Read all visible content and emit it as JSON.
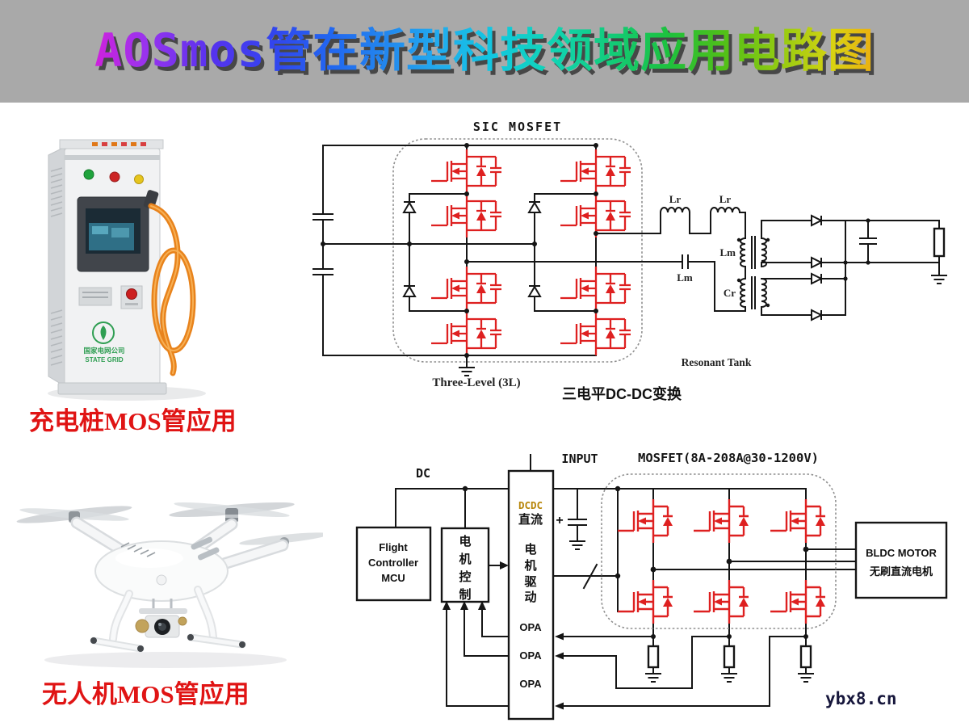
{
  "title": {
    "text": "AOSmos管在新型科技领域应用电路图"
  },
  "sections": {
    "charger": {
      "caption": "充电桩MOS管应用",
      "logo_cn": "国家电网公司",
      "logo_en": "STATE GRID"
    },
    "drone": {
      "caption": "无人机MOS管应用"
    }
  },
  "top_circuit": {
    "title": "SIC MOSFET",
    "lr1": "Lr",
    "lr2": "Lr",
    "lm1": "Lm",
    "lm2": "Lm",
    "cr": "Cr",
    "three_level": "Three-Level (3L)",
    "cn_caption": "三电平DC-DC变换",
    "resonant": "Resonant Tank"
  },
  "bottom_circuit": {
    "dc": "DC",
    "input": "INPUT",
    "mosfet_rating": "MOSFET(8A-208A@30-1200V)",
    "plus": "+",
    "flight_lines": [
      "Flight",
      "Controller",
      "MCU"
    ],
    "motor_ctrl_chars": [
      "电",
      "机",
      "控",
      "制"
    ],
    "driver_lines": [
      "DCDC",
      "直流",
      "电",
      "机",
      "驱",
      "动",
      "OPA",
      "OPA",
      "OPA"
    ],
    "motor_lines": [
      "BLDC MOTOR",
      "无刷直流电机"
    ]
  },
  "watermark": "ybx8.cn",
  "colors": {
    "mosfet_red": "#de2020",
    "wire_black": "#151515",
    "caption_red": "#e01414",
    "dcdc_orange": "#b8860b",
    "title_bar_gray": "#a9a9a9"
  }
}
